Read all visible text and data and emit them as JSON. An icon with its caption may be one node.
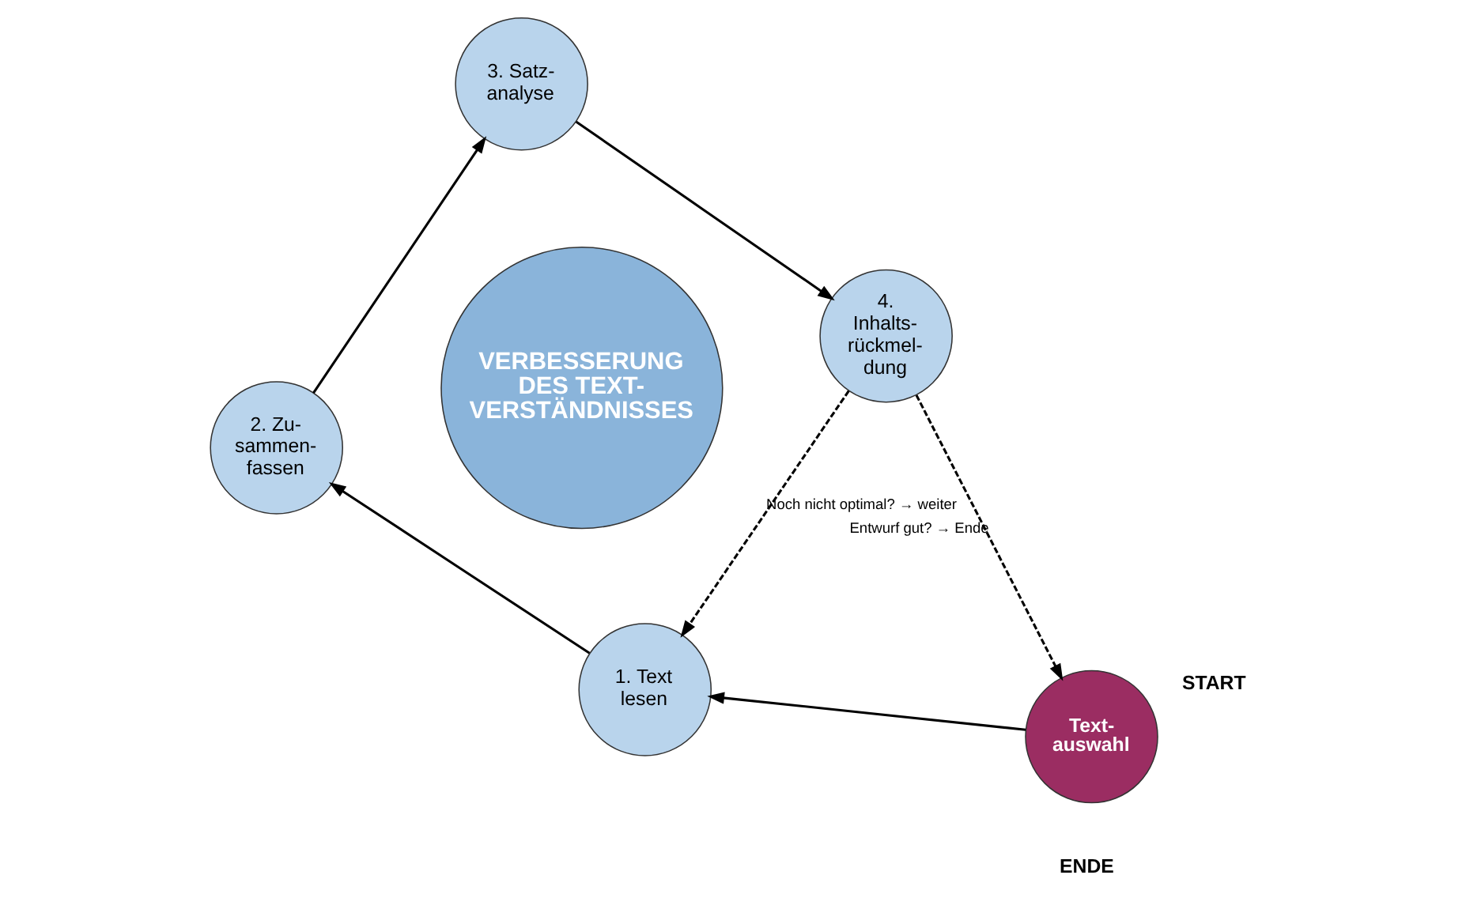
{
  "diagram": {
    "nodes": [
      {
        "text": [
          "VERBESSERUNG DES TEXT- VERSTÄNDNISSES"
        ]
      },
      {
        "text": [
          "1. Text lesen"
        ]
      },
      {
        "text": [
          "2. Zu- sammen- fassen"
        ]
      },
      {
        "text": [
          "3. Satz- analyse"
        ]
      },
      {
        "text": [
          "4. Inhalts- rückmel- dung"
        ]
      },
      {
        "text": [
          "Text- auswahl"
        ],
        "beside": [
          "START",
          "ENDE"
        ]
      }
    ],
    "edges": [
      {
        "from": 5,
        "to": 1,
        "arrow": "to"
      },
      {
        "from": 1,
        "to": 2,
        "arrow": "to"
      },
      {
        "from": 2,
        "to": 3,
        "arrow": "to"
      },
      {
        "from": 3,
        "to": 4,
        "arrow": "to"
      },
      {
        "from": 4,
        "to": 1,
        "arrow": "to",
        "style": "dashed",
        "label": "Noch nicht optimal? → weiter"
      },
      {
        "from": 4,
        "to": 5,
        "arrow": "to",
        "style": "dashed",
        "label": "Entwurf gut? → Ende"
      }
    ]
  }
}
